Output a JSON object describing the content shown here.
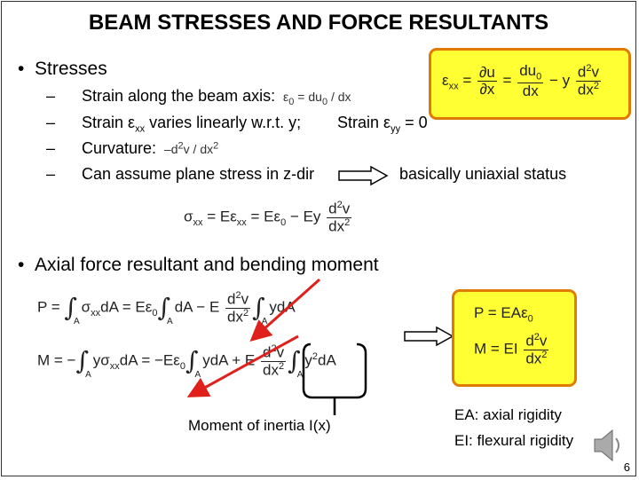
{
  "title": "BEAM STRESSES AND FORCE RESULTANTS",
  "bullets": {
    "stresses": "Stresses",
    "axial": "Axial force resultant and bending moment"
  },
  "sub_items": {
    "strain_axis": "Strain along the beam axis:",
    "strain_xx_prefix": "Strain ",
    "strain_xx_suffix": " varies linearly w.r.t. y;",
    "strain_yy_prefix": "Strain ",
    "strain_yy_suffix": " = 0",
    "curvature": "Curvature:",
    "plane_stress": "Can assume plane stress in z-dir",
    "uniaxial": "basically uniaxial status",
    "dash": "–"
  },
  "annotations": {
    "moment_of_inertia": "Moment of inertia I(x)",
    "ea_rigidity": "EA: axial rigidity",
    "ei_rigidity": "EI: flexural rigidity",
    "page_number": "6"
  },
  "colors": {
    "box_fill": "#ffff33",
    "box_border": "#e07a00",
    "arrow_red": "#e0201a"
  },
  "icons": {
    "speaker": "speaker-icon"
  }
}
